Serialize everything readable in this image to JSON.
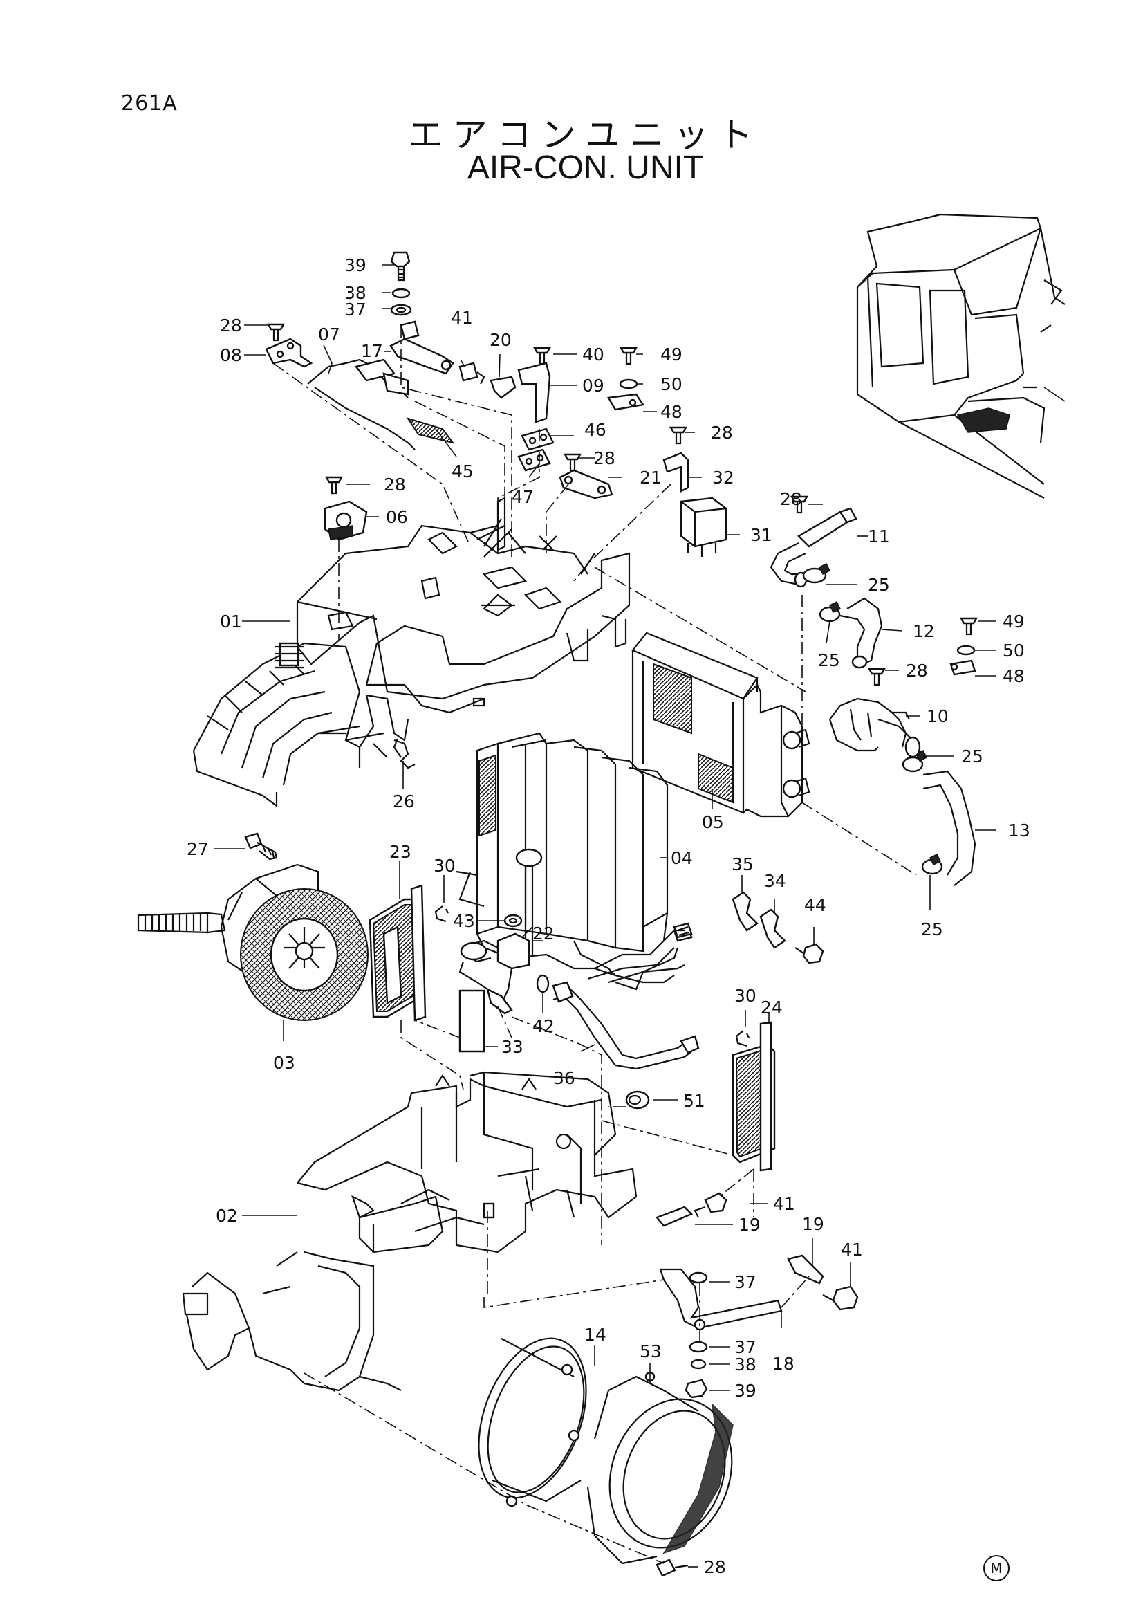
{
  "page_code": "261A",
  "title_jp": "エアコンユニット",
  "title_en": "AIR-CON. UNIT",
  "corner_mark": "M",
  "callouts": [
    {
      "id": "c39a",
      "label": "39"
    },
    {
      "id": "c38a",
      "label": "38"
    },
    {
      "id": "c37a",
      "label": "37"
    },
    {
      "id": "c28a",
      "label": "28"
    },
    {
      "id": "c08",
      "label": "08"
    },
    {
      "id": "c07",
      "label": "07"
    },
    {
      "id": "c17",
      "label": "17"
    },
    {
      "id": "c41a",
      "label": "41"
    },
    {
      "id": "c20",
      "label": "20"
    },
    {
      "id": "c40",
      "label": "40"
    },
    {
      "id": "c49a",
      "label": "49"
    },
    {
      "id": "c50a",
      "label": "50"
    },
    {
      "id": "c09",
      "label": "09"
    },
    {
      "id": "c48a",
      "label": "48"
    },
    {
      "id": "c28b",
      "label": "28"
    },
    {
      "id": "c46",
      "label": "46"
    },
    {
      "id": "c28c",
      "label": "28"
    },
    {
      "id": "c45",
      "label": "45"
    },
    {
      "id": "c47",
      "label": "47"
    },
    {
      "id": "c21",
      "label": "21"
    },
    {
      "id": "c32",
      "label": "32"
    },
    {
      "id": "c28d",
      "label": "28"
    },
    {
      "id": "c06",
      "label": "06"
    },
    {
      "id": "c28e",
      "label": "28"
    },
    {
      "id": "c31",
      "label": "31"
    },
    {
      "id": "c11",
      "label": "11"
    },
    {
      "id": "c25a",
      "label": "25"
    },
    {
      "id": "c01",
      "label": "01"
    },
    {
      "id": "c12",
      "label": "12"
    },
    {
      "id": "c25b",
      "label": "25"
    },
    {
      "id": "c49b",
      "label": "49"
    },
    {
      "id": "c50b",
      "label": "50"
    },
    {
      "id": "c28f",
      "label": "28"
    },
    {
      "id": "c48b",
      "label": "48"
    },
    {
      "id": "c10",
      "label": "10"
    },
    {
      "id": "c25c",
      "label": "25"
    },
    {
      "id": "c26",
      "label": "26"
    },
    {
      "id": "c05",
      "label": "05"
    },
    {
      "id": "c13",
      "label": "13"
    },
    {
      "id": "c27",
      "label": "27"
    },
    {
      "id": "c23",
      "label": "23"
    },
    {
      "id": "c30a",
      "label": "30"
    },
    {
      "id": "c04",
      "label": "04"
    },
    {
      "id": "c35",
      "label": "35"
    },
    {
      "id": "c34",
      "label": "34"
    },
    {
      "id": "c44",
      "label": "44"
    },
    {
      "id": "c25d",
      "label": "25"
    },
    {
      "id": "c43",
      "label": "43"
    },
    {
      "id": "c22",
      "label": "22"
    },
    {
      "id": "c42",
      "label": "42"
    },
    {
      "id": "c33",
      "label": "33"
    },
    {
      "id": "c03",
      "label": "03"
    },
    {
      "id": "c30b",
      "label": "30"
    },
    {
      "id": "c24",
      "label": "24"
    },
    {
      "id": "c36",
      "label": "36"
    },
    {
      "id": "c51",
      "label": "51"
    },
    {
      "id": "c41b",
      "label": "41"
    },
    {
      "id": "c02",
      "label": "02"
    },
    {
      "id": "c19a",
      "label": "19"
    },
    {
      "id": "c19b",
      "label": "19"
    },
    {
      "id": "c41c",
      "label": "41"
    },
    {
      "id": "c37b",
      "label": "37"
    },
    {
      "id": "c14",
      "label": "14"
    },
    {
      "id": "c53",
      "label": "53"
    },
    {
      "id": "c37c",
      "label": "37"
    },
    {
      "id": "c38b",
      "label": "38"
    },
    {
      "id": "c18",
      "label": "18"
    },
    {
      "id": "c39b",
      "label": "39"
    },
    {
      "id": "c28g",
      "label": "28"
    }
  ]
}
